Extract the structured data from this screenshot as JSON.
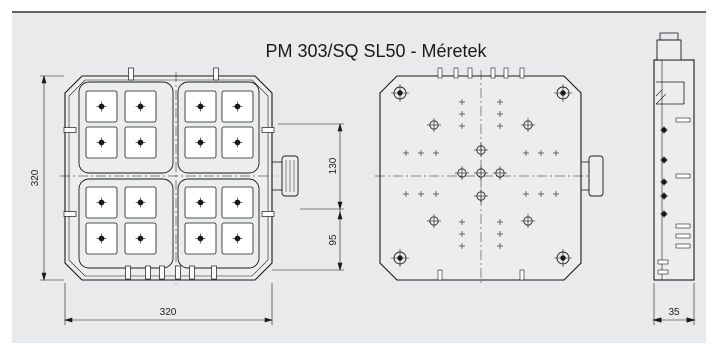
{
  "title": "PM 303/SQ SL50 - Méretek",
  "dimensions": {
    "front_width": "320",
    "front_height": "320",
    "center_offset": "130",
    "lower_offset": "95",
    "side_thickness": "35"
  },
  "colors": {
    "background": "#e8eaeb",
    "top_rule": "#333333",
    "line": "#1a1a1a",
    "face": "#eceeee"
  }
}
